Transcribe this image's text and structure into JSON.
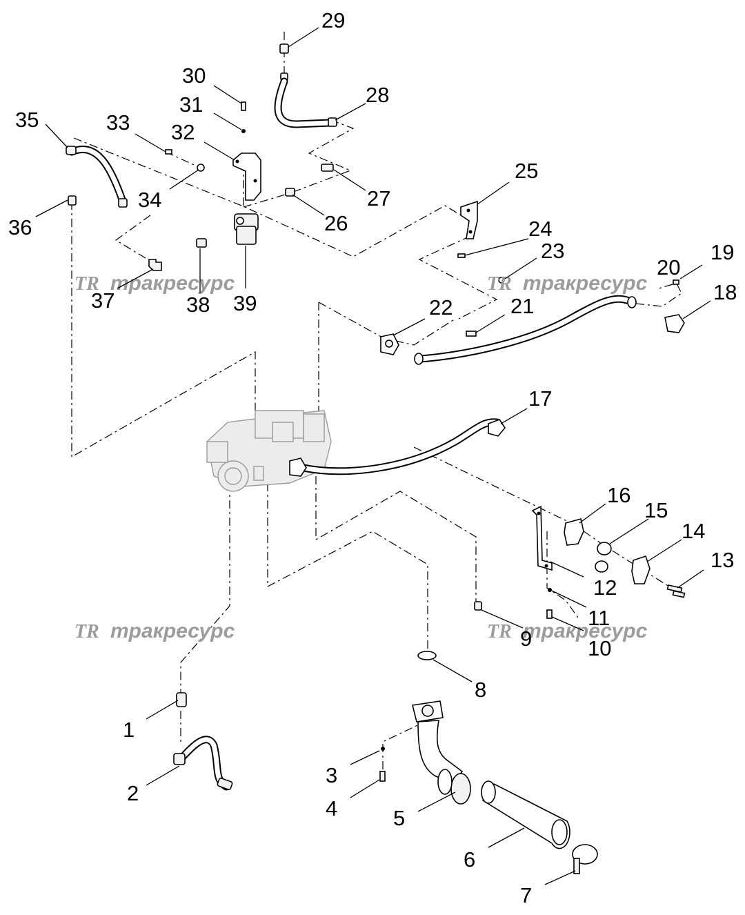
{
  "watermark": {
    "logo": "TR",
    "text": "тракресурс"
  },
  "callouts": [
    "1",
    "2",
    "3",
    "4",
    "5",
    "6",
    "7",
    "8",
    "9",
    "10",
    "11",
    "12",
    "13",
    "14",
    "15",
    "16",
    "17",
    "18",
    "19",
    "20",
    "21",
    "22",
    "23",
    "24",
    "25",
    "26",
    "27",
    "28",
    "29",
    "30",
    "31",
    "32",
    "33",
    "34",
    "35",
    "36",
    "37",
    "38",
    "39"
  ]
}
